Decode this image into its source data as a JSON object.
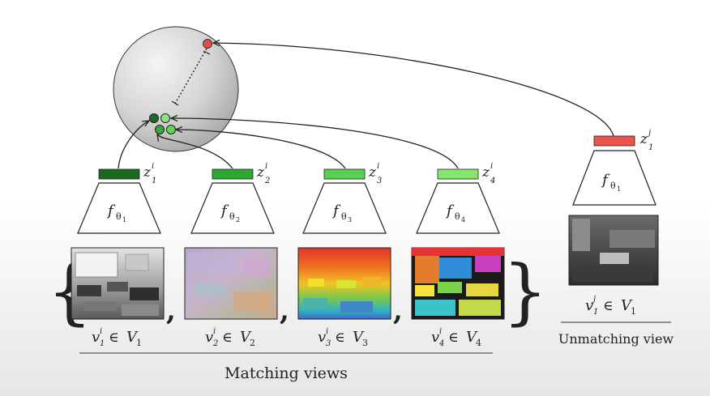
{
  "embedding_sphere": {
    "matching_points": [
      "#1f6b24",
      "#8fe08a",
      "#3aa63c",
      "#5cd64f"
    ],
    "unmatching_point": "#e84a4a"
  },
  "encoders": [
    {
      "f": "f",
      "theta_sub": "θ",
      "theta_index": "1",
      "z": "z",
      "z_sub": "1",
      "z_sup": "i",
      "bar_color": "#1a6a20",
      "view_var": "v",
      "view_sub": "1",
      "view_sup": "i",
      "in_text": "∈",
      "set": "V",
      "set_sub": "1",
      "image": "grayscale classroom photo"
    },
    {
      "f": "f",
      "theta_sub": "θ",
      "theta_index": "2",
      "z": "z",
      "z_sub": "2",
      "z_sup": "i",
      "bar_color": "#2aa832",
      "view_var": "v",
      "view_sub": "2",
      "view_sup": "i",
      "in_text": "∈",
      "set": "V",
      "set_sub": "2",
      "image": "surface normals map"
    },
    {
      "f": "f",
      "theta_sub": "θ",
      "theta_index": "3",
      "z": "z",
      "z_sub": "3",
      "z_sup": "i",
      "bar_color": "#59d04f",
      "view_var": "v",
      "view_sub": "3",
      "view_sup": "i",
      "in_text": "∈",
      "set": "V",
      "set_sub": "3",
      "image": "depth map"
    },
    {
      "f": "f",
      "theta_sub": "θ",
      "theta_index": "4",
      "z": "z",
      "z_sub": "4",
      "z_sup": "i",
      "bar_color": "#86e56e",
      "view_var": "v",
      "view_sub": "4",
      "view_sup": "i",
      "in_text": "∈",
      "set": "V",
      "set_sub": "4",
      "image": "semantic segmentation map"
    }
  ],
  "unmatching": {
    "f": "f",
    "theta_sub": "θ",
    "theta_index": "1",
    "z": "z",
    "z_sub": "1",
    "z_sup": "j",
    "bar_color": "#e8534a",
    "view_var": "v",
    "view_sub": "1",
    "view_sup": "j",
    "in_text": "∈",
    "set": "V",
    "set_sub": "1",
    "image": "grayscale living room photo",
    "caption": "Unmatching view"
  },
  "set_delims": {
    "open": "{",
    "close": "}",
    "separator": ","
  },
  "matching_caption": "Matching views"
}
